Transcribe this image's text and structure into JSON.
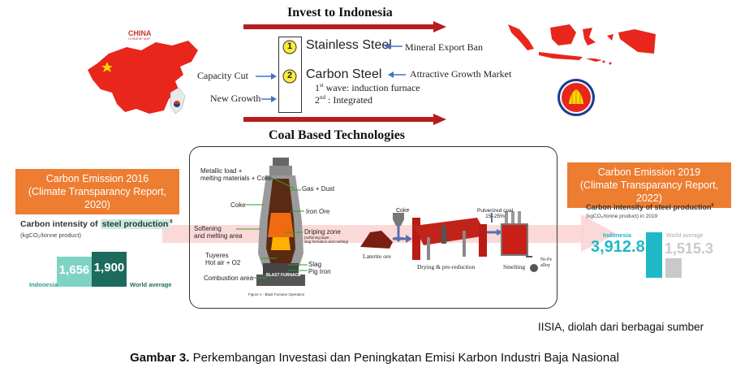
{
  "top_title": "Invest to Indonesia",
  "china": {
    "label": "CHINA",
    "sublabel": "CHINESE MAP"
  },
  "list": {
    "item1_num": "1",
    "item1_label": "Stainless Steel",
    "item2_num": "2",
    "item2_label": "Carbon Steel",
    "wave1_sup": "st",
    "wave1_rest": " wave: induction furnace",
    "wave2_sup": "nd",
    "wave2_rest": " : Integrated"
  },
  "drivers": {
    "capacity_cut": "Capacity Cut",
    "new_growth": "New Growth",
    "mineral_export_ban": "Mineral Export Ban",
    "attractive_market": "Attractive Growth Market"
  },
  "coal_title": "Coal Based Technologies",
  "left_panel": {
    "header": "Carbon Emission 2016\n(Climate Transparancy Report, 2020)",
    "title_prefix": "Carbon intensity of ",
    "title_highlight": "steel production",
    "title_sup": "8",
    "subtitle": "(kgCO₂/tonne product)",
    "indonesia_value": "1,656",
    "world_value": "1,900",
    "indonesia_label": "Indonesia",
    "world_label": "World average"
  },
  "right_panel": {
    "header": "Carbon Emission 2019\n(Climate Transparancy Report, 2022)",
    "title": "Carbon intensity of steel production",
    "title_sup": "8",
    "subtitle": "(kgCO₂/tonne product)",
    "subtitle_year": "in 2019",
    "indonesia_label": "Indonesia",
    "indonesia_value": "3,912.8",
    "world_label": "World average",
    "world_value": "1,515.3"
  },
  "furnace": {
    "metallic_load": "Metallic load +\nmelting materials + Coke",
    "gas_dust": "Gas + Dust",
    "coke": "Coke",
    "iron_ore": "Iron Ore",
    "softening": "Softening\nand melting area",
    "dripping": "Driping zone",
    "dripping_sub": "(softening layer,\nslag formation and melting)",
    "tuyeres": "Tuyeres\nHot air + O2",
    "slag": "Slag",
    "pig_iron": "Pig Iron",
    "combustion": "Combustion area",
    "blast_label": "BLAST FURNACE",
    "figure_caption": "Figure 1 - Blast Furnace Operation"
  },
  "rkef": {
    "coke": "Coke",
    "pulverized_coal": "Pulverized coal\n15–25%",
    "laterite_ore": "Laterite ore",
    "drying": "Drying & pre-reduction",
    "smelting": "Smelting",
    "nife": "Ni-Fe\nalloy"
  },
  "source": "IISIA, diolah dari berbagai sumber",
  "caption_bold": "Gambar 3.",
  "caption_rest": " Perkembangan Investasi dan Peningkatan Emisi Karbon Industri Baja Nasional"
}
